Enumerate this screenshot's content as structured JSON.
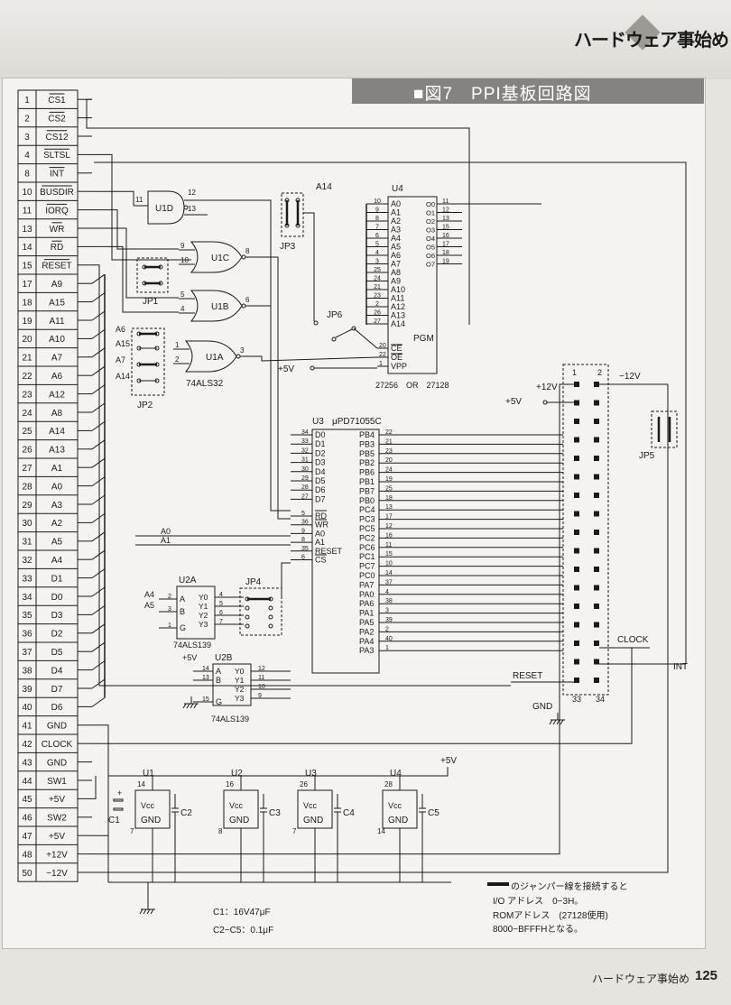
{
  "header": {
    "title": "ハードウェア事始め"
  },
  "figure": {
    "title": "■図7　PPI基板回路図"
  },
  "connector": {
    "pins": [
      {
        "num": "1",
        "name": "CS1",
        "bar": true
      },
      {
        "num": "2",
        "name": "CS2",
        "bar": true
      },
      {
        "num": "3",
        "name": "CS12",
        "bar": true
      },
      {
        "num": "4",
        "name": "SLTSL",
        "bar": true
      },
      {
        "num": "8",
        "name": "INT",
        "bar": true
      },
      {
        "num": "10",
        "name": "BUSDIR",
        "bar": true
      },
      {
        "num": "11",
        "name": "IORQ",
        "bar": true
      },
      {
        "num": "13",
        "name": "WR",
        "bar": true
      },
      {
        "num": "14",
        "name": "RD",
        "bar": true
      },
      {
        "num": "15",
        "name": "RESET",
        "bar": true
      },
      {
        "num": "17",
        "name": "A9",
        "bar": false
      },
      {
        "num": "18",
        "name": "A15",
        "bar": false
      },
      {
        "num": "19",
        "name": "A11",
        "bar": false
      },
      {
        "num": "20",
        "name": "A10",
        "bar": false
      },
      {
        "num": "21",
        "name": "A7",
        "bar": false
      },
      {
        "num": "22",
        "name": "A6",
        "bar": false
      },
      {
        "num": "23",
        "name": "A12",
        "bar": false
      },
      {
        "num": "24",
        "name": "A8",
        "bar": false
      },
      {
        "num": "25",
        "name": "A14",
        "bar": false
      },
      {
        "num": "26",
        "name": "A13",
        "bar": false
      },
      {
        "num": "27",
        "name": "A1",
        "bar": false
      },
      {
        "num": "28",
        "name": "A0",
        "bar": false
      },
      {
        "num": "29",
        "name": "A3",
        "bar": false
      },
      {
        "num": "30",
        "name": "A2",
        "bar": false
      },
      {
        "num": "31",
        "name": "A5",
        "bar": false
      },
      {
        "num": "32",
        "name": "A4",
        "bar": false
      },
      {
        "num": "33",
        "name": "D1",
        "bar": false
      },
      {
        "num": "34",
        "name": "D0",
        "bar": false
      },
      {
        "num": "35",
        "name": "D3",
        "bar": false
      },
      {
        "num": "36",
        "name": "D2",
        "bar": false
      },
      {
        "num": "37",
        "name": "D5",
        "bar": false
      },
      {
        "num": "38",
        "name": "D4",
        "bar": false
      },
      {
        "num": "39",
        "name": "D7",
        "bar": false
      },
      {
        "num": "40",
        "name": "D6",
        "bar": false
      },
      {
        "num": "41",
        "name": "GND",
        "bar": false
      },
      {
        "num": "42",
        "name": "CLOCK",
        "bar": false
      },
      {
        "num": "43",
        "name": "GND",
        "bar": false
      },
      {
        "num": "44",
        "name": "SW1",
        "bar": false
      },
      {
        "num": "45",
        "name": "+5V",
        "bar": false
      },
      {
        "num": "46",
        "name": "SW2",
        "bar": false
      },
      {
        "num": "47",
        "name": "+5V",
        "bar": false
      },
      {
        "num": "48",
        "name": "+12V",
        "bar": false
      },
      {
        "num": "50",
        "name": "−12V",
        "bar": false
      }
    ]
  },
  "gates": [
    {
      "name": "U1D",
      "in": [
        "11"
      ],
      "out": [
        "12",
        "13"
      ]
    },
    {
      "name": "U1C",
      "in": [
        "9",
        "10"
      ],
      "out": [
        "8"
      ]
    },
    {
      "name": "U1B",
      "in": [
        "5",
        "4"
      ],
      "out": [
        "6"
      ]
    },
    {
      "name": "U1A",
      "in": [
        "1",
        "2"
      ],
      "out": [
        "3"
      ]
    }
  ],
  "gate_part": "74ALS32",
  "jumpers": {
    "jp1": "JP1",
    "jp2": "JP2",
    "jp3": "JP3",
    "jp4": "JP4",
    "jp5": "JP5",
    "jp6": "JP6"
  },
  "jp2_labels": [
    "A6",
    "A15",
    "A7",
    "A14"
  ],
  "jp3_label": "A14",
  "u4": {
    "name": "U4",
    "left_pins": [
      [
        "10",
        "A0"
      ],
      [
        "9",
        "A1"
      ],
      [
        "8",
        "A2"
      ],
      [
        "7",
        "A3"
      ],
      [
        "6",
        "A4"
      ],
      [
        "5",
        "A5"
      ],
      [
        "4",
        "A6"
      ],
      [
        "3",
        "A7"
      ],
      [
        "25",
        "A8"
      ],
      [
        "24",
        "A9"
      ],
      [
        "21",
        "A10"
      ],
      [
        "23",
        "A11"
      ],
      [
        "2",
        "A12"
      ],
      [
        "26",
        "A13"
      ],
      [
        "27",
        "A14"
      ]
    ],
    "right_pins": [
      [
        "11",
        "O0"
      ],
      [
        "12",
        "O1"
      ],
      [
        "13",
        "O2"
      ],
      [
        "15",
        "O3"
      ],
      [
        "16",
        "O4"
      ],
      [
        "17",
        "O5"
      ],
      [
        "18",
        "O6"
      ],
      [
        "19",
        "O7"
      ]
    ],
    "ctrl_pins": [
      [
        "20",
        "CE"
      ],
      [
        "22",
        "OE"
      ],
      [
        "1",
        "VPP"
      ]
    ],
    "pgm": "PGM",
    "vpp_supply": "+5V",
    "part": "27256　OR　27128"
  },
  "u3": {
    "name": "U3",
    "part": "μPD71055C",
    "left_pins": [
      [
        "34",
        "D0"
      ],
      [
        "33",
        "D1"
      ],
      [
        "32",
        "D2"
      ],
      [
        "31",
        "D3"
      ],
      [
        "30",
        "D4"
      ],
      [
        "29",
        "D5"
      ],
      [
        "28",
        "D6"
      ],
      [
        "27",
        "D7"
      ]
    ],
    "ctrl_pins": [
      [
        "5",
        "RD"
      ],
      [
        "36",
        "WR"
      ],
      [
        "9",
        "A0"
      ],
      [
        "8",
        "A1"
      ],
      [
        "35",
        "RESET"
      ],
      [
        "6",
        "CS"
      ]
    ],
    "right_pins": [
      [
        "22",
        "PB4"
      ],
      [
        "21",
        "PB3"
      ],
      [
        "23",
        "PB5"
      ],
      [
        "20",
        "PB2"
      ],
      [
        "24",
        "PB6"
      ],
      [
        "19",
        "PB1"
      ],
      [
        "25",
        "PB7"
      ],
      [
        "18",
        "PB0"
      ],
      [
        "13",
        "PC4"
      ],
      [
        "17",
        "PC3"
      ],
      [
        "12",
        "PC5"
      ],
      [
        "16",
        "PC2"
      ],
      [
        "11",
        "PC6"
      ],
      [
        "15",
        "PC1"
      ],
      [
        "10",
        "PC7"
      ],
      [
        "14",
        "PC0"
      ],
      [
        "37",
        "PA7"
      ],
      [
        "4",
        "PA0"
      ],
      [
        "38",
        "PA6"
      ],
      [
        "3",
        "PA1"
      ],
      [
        "39",
        "PA5"
      ],
      [
        "2",
        "PA2"
      ],
      [
        "40",
        "PA4"
      ],
      [
        "1",
        "PA3"
      ]
    ]
  },
  "u2a": {
    "name": "U2A",
    "part": "74ALS139",
    "in": [
      [
        "2",
        "A"
      ],
      [
        "3",
        "B"
      ],
      [
        "1",
        "G"
      ]
    ],
    "out": [
      [
        "4",
        "Y0"
      ],
      [
        "5",
        "Y1"
      ],
      [
        "6",
        "Y2"
      ],
      [
        "7",
        "Y3"
      ]
    ],
    "addr": [
      "A4",
      "A5"
    ]
  },
  "u2b": {
    "name": "U2B",
    "part": "74ALS139",
    "supply": "+5V",
    "in": [
      [
        "14",
        "A"
      ],
      [
        "13",
        "B"
      ],
      [
        "15",
        "G"
      ]
    ],
    "out": [
      [
        "12",
        "Y0"
      ],
      [
        "11",
        "Y1"
      ],
      [
        "10",
        "Y2"
      ],
      [
        "9",
        "Y3"
      ]
    ]
  },
  "bus_labels": {
    "a0": "A0",
    "a1": "A1"
  },
  "header_conn": {
    "pin1": "1",
    "pin2": "2",
    "pin33": "33",
    "pin34": "34",
    "v12": "+12V",
    "v5": "+5V",
    "vneg": "−12V",
    "clock": "CLOCK",
    "reset": "RESET",
    "gnd": "GND",
    "int": "INT"
  },
  "power": {
    "v5": "+5V",
    "ics": [
      {
        "name": "U1",
        "vcc_pin": "14",
        "gnd_pin": "7",
        "cap": "C2"
      },
      {
        "name": "U2",
        "vcc_pin": "16",
        "gnd_pin": "8",
        "cap": "C3"
      },
      {
        "name": "U3",
        "vcc_pin": "26",
        "gnd_pin": "7",
        "cap": "C4"
      },
      {
        "name": "U4",
        "vcc_pin": "28",
        "gnd_pin": "14",
        "cap": "C5"
      }
    ],
    "c1": "C1",
    "vcc": "Vcc",
    "gnd": "GND"
  },
  "notes": {
    "caps1": "C1：16V47μF",
    "caps2": "C2−C5：0.1μF",
    "legend1": "のジャンパー線を接続すると",
    "legend2": "I/O アドレス　0−3H。",
    "legend3": "ROMアドレス　(27128使用)",
    "legend4": "8000−BFFFHとなる。"
  },
  "footer": {
    "text": "ハードウェア事始め",
    "page": "125"
  }
}
